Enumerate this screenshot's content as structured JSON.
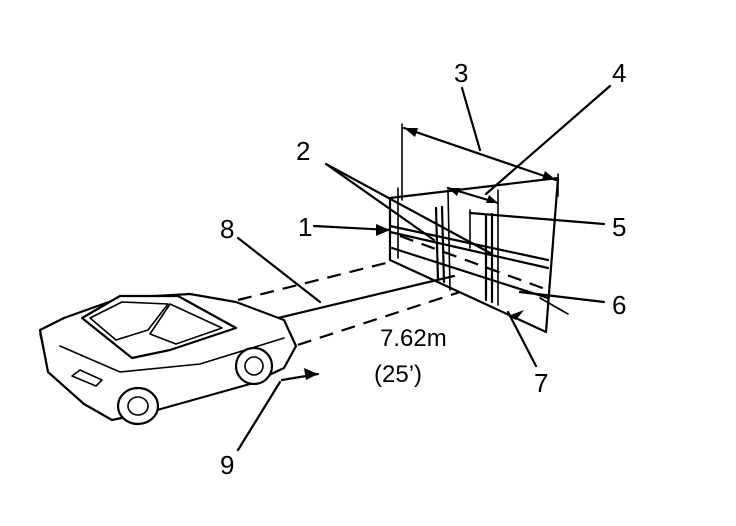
{
  "callouts": {
    "c1": "1",
    "c2": "2",
    "c3": "3",
    "c4": "4",
    "c5": "5",
    "c6": "6",
    "c7": "7",
    "c8": "8",
    "c9": "9"
  },
  "distance": {
    "metric": "7.62m",
    "imperial": "(25’)"
  }
}
